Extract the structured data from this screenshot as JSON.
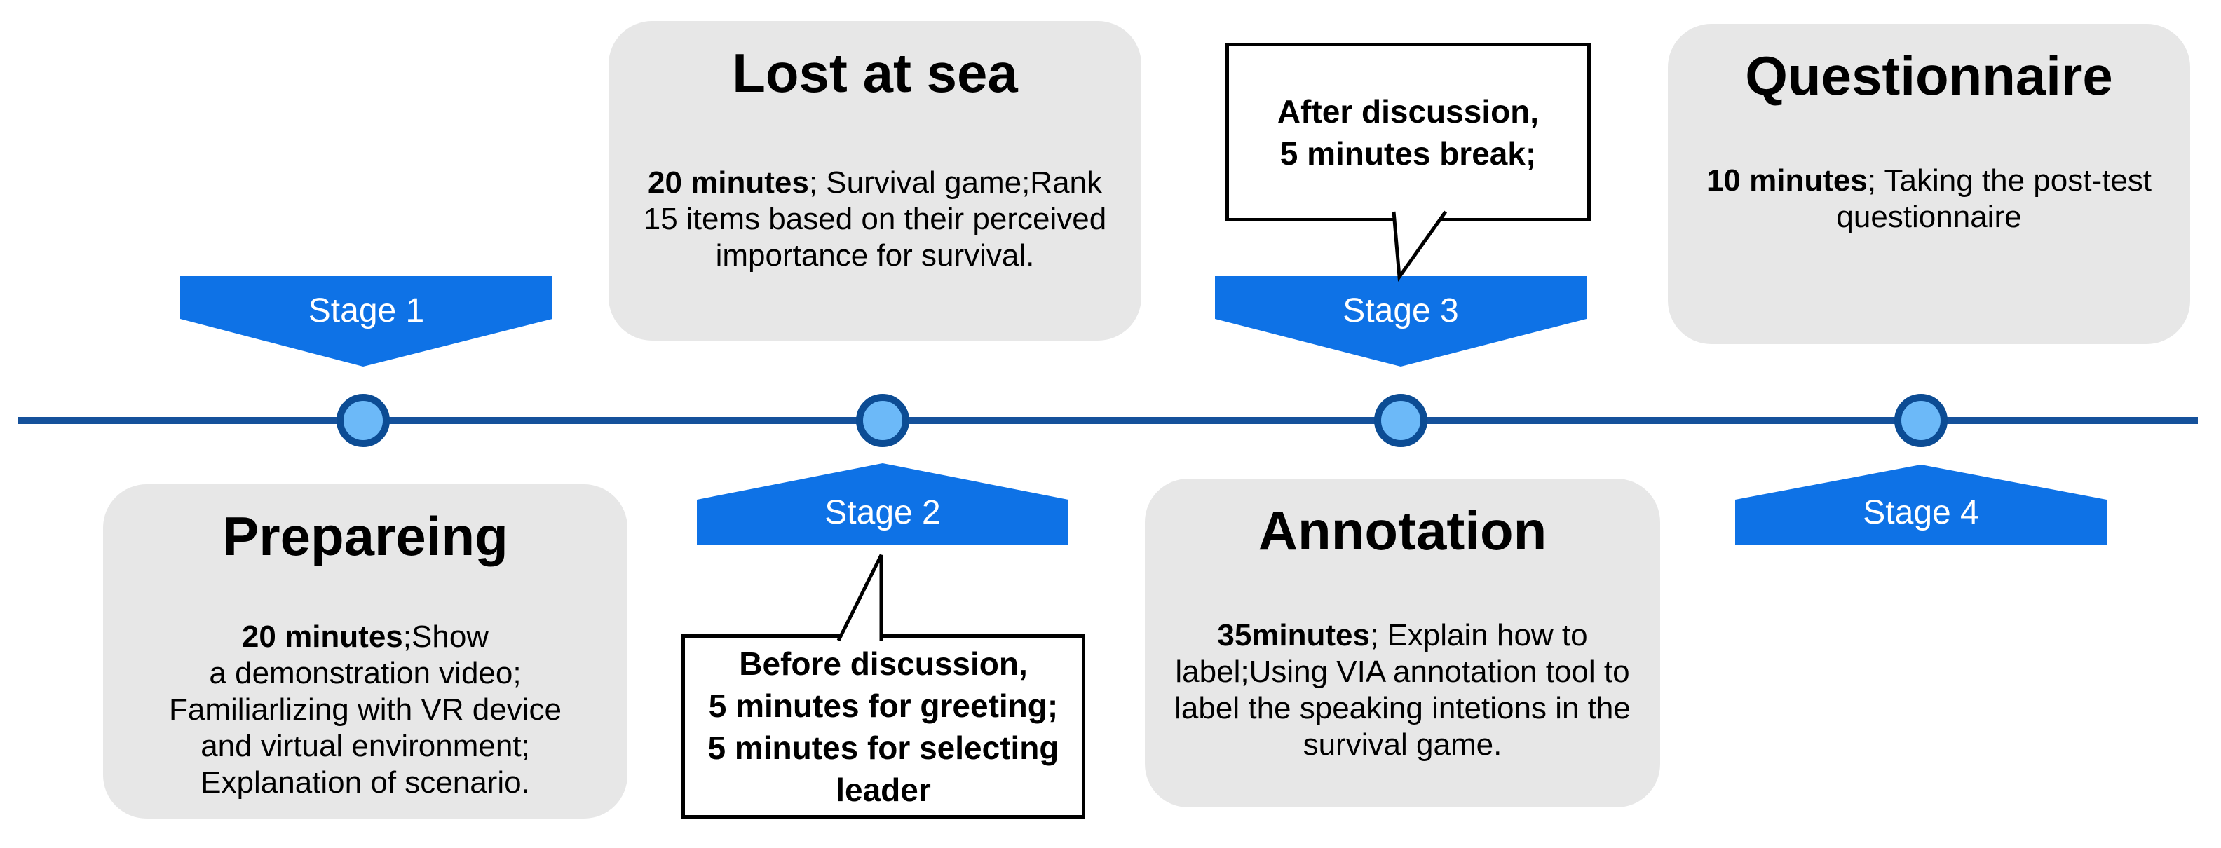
{
  "diagram": {
    "type": "timeline",
    "orientation": "horizontal",
    "colors": {
      "banner_blue": "#0E72E6",
      "timeline_blue": "#15519B",
      "node_fill": "#6CB9F8",
      "node_border": "#0C4C94",
      "panel_gray": "#E7E7E7",
      "callout_border": "#000000",
      "stage_label_text": "#FFFFFF"
    }
  },
  "stages": [
    {
      "label": "Stage 1",
      "title": "Prepareing",
      "lines": [
        {
          "b": "20 minutes",
          "t": ";Show"
        },
        {
          "t": "a demonstration video;"
        },
        {
          "t": "Familiarlizing with VR device"
        },
        {
          "t": "and virtual environment;"
        },
        {
          "t": "Explanation of scenario."
        }
      ]
    },
    {
      "label": "Stage 2",
      "title": "Lost at sea",
      "lines": [
        {
          "b": "20 minutes",
          "t": "; Survival game;Rank"
        },
        {
          "t": "15 items based on their perceived"
        },
        {
          "t": "importance for survival."
        }
      ],
      "callout": {
        "lines": [
          "Before discussion,",
          "5 minutes for greeting;",
          "5 minutes for selecting",
          "leader"
        ]
      }
    },
    {
      "label": "Stage 3",
      "title": "Annotation",
      "lines": [
        {
          "b": "35minutes",
          "t": "; Explain how to"
        },
        {
          "t": "label;Using VIA annotation tool to"
        },
        {
          "t": "label the speaking intetions in the"
        },
        {
          "t": "survival game."
        }
      ],
      "callout": {
        "lines": [
          "After discussion,",
          "5 minutes break;"
        ]
      }
    },
    {
      "label": "Stage 4",
      "title": "Questionnaire",
      "lines": [
        {
          "b": "10 minutes",
          "t": "; Taking the post-test"
        },
        {
          "t": "questionnaire"
        }
      ]
    }
  ]
}
